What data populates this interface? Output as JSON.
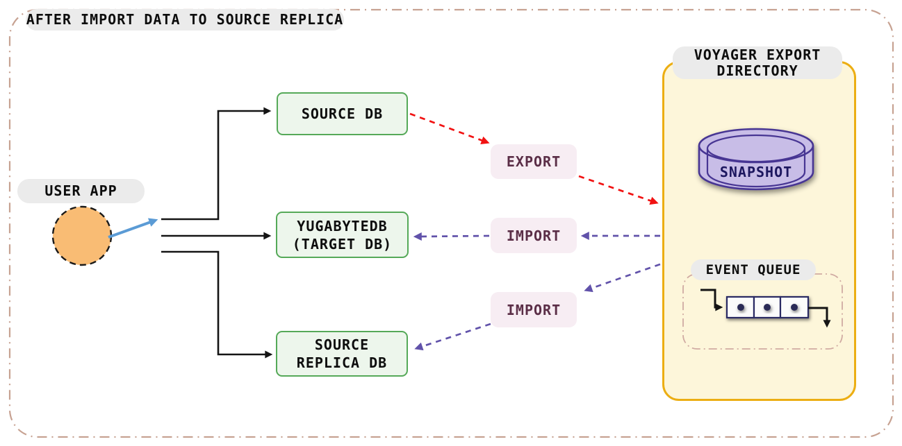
{
  "title": "AFTER IMPORT DATA TO SOURCE REPLICA",
  "user_app": {
    "label": "USER APP"
  },
  "nodes": {
    "source_db": {
      "label": "SOURCE DB"
    },
    "target_db": {
      "line1": "YUGABYTEDB",
      "line2": "(TARGET DB)"
    },
    "source_replica_db": {
      "line1": "SOURCE",
      "line2": "REPLICA DB"
    }
  },
  "flow_labels": {
    "export": "EXPORT",
    "import_to_target": "IMPORT",
    "import_to_replica": "IMPORT"
  },
  "voyager_export_directory": {
    "title_line1": "VOYAGER EXPORT",
    "title_line2": "DIRECTORY",
    "snapshot": {
      "label": "SNAPSHOT"
    },
    "event_queue": {
      "label": "EVENT QUEUE",
      "item_count": 3
    }
  },
  "colors": {
    "frame_border": "#c7a292",
    "pill_bg": "#ebebeb",
    "green_node_bg": "#edf6ec",
    "green_node_border": "#55a958",
    "pink_label_bg": "#f7edf3",
    "pink_label_text": "#5b2e47",
    "export_arrow_red": "#f11212",
    "import_arrow_purple": "#6152aa",
    "user_arrow_blue": "#5b9bd5",
    "yellow_container_bg": "#fdf6da",
    "yellow_container_border": "#ecae13",
    "cylinder_fill": "#c8bde7",
    "cylinder_border": "#473693",
    "snapshot_text": "#1d175f",
    "queue_box_border": "#2c2c63",
    "user_circle_fill": "#f9bc74"
  }
}
